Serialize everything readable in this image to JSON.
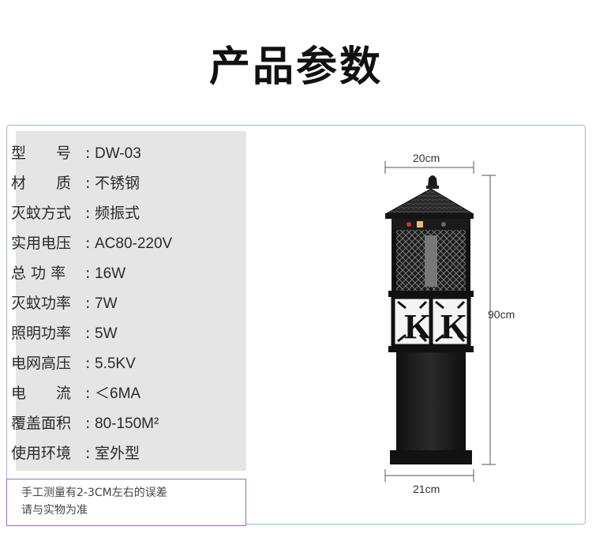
{
  "title": "产品参数",
  "specs": [
    {
      "label": "型　　号",
      "value": "DW-03"
    },
    {
      "label": "材　　质",
      "value": "不锈钢"
    },
    {
      "label": "灭蚊方式",
      "value": "频振式"
    },
    {
      "label": "实用电压",
      "value": "AC80-220V"
    },
    {
      "label": "总 功 率",
      "value": "16W"
    },
    {
      "label": "灭蚊功率",
      "value": "7W"
    },
    {
      "label": "照明功率",
      "value": "5W"
    },
    {
      "label": "电网高压",
      "value": "5.5KV"
    },
    {
      "label": "电　　流",
      "value": "＜6MA"
    },
    {
      "label": "覆盖面积",
      "value": "80-150M²"
    },
    {
      "label": "使用环境",
      "value": "室外型"
    }
  ],
  "colon": ":",
  "note": {
    "line1": "手工测量有2-3CM左右的误差",
    "line2": "请与实物为准"
  },
  "dimensions": {
    "top_width": "20cm",
    "height": "90cm",
    "base_width": "21cm"
  },
  "product_logo_letter": "K"
}
